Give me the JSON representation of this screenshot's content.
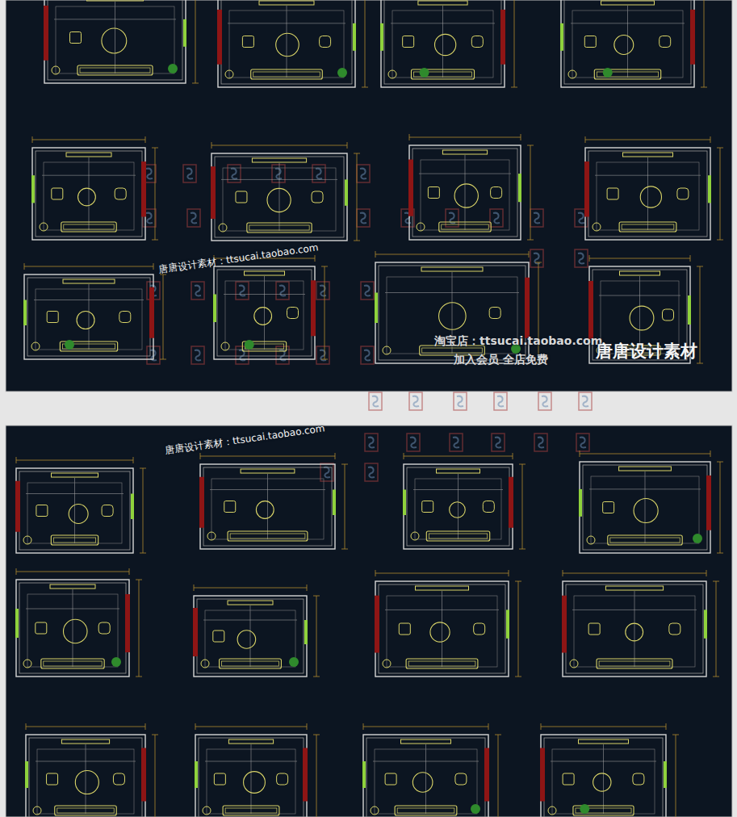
{
  "diagram": {
    "labels": [
      "唐唐设计素材：ttsucai.taobao.com",
      "淘宝店：ttsucai.taobao.com",
      "加入会员 全店免费",
      "唐唐设计素材",
      "唐唐设计素材：ttsucai.taobao.com"
    ]
  }
}
